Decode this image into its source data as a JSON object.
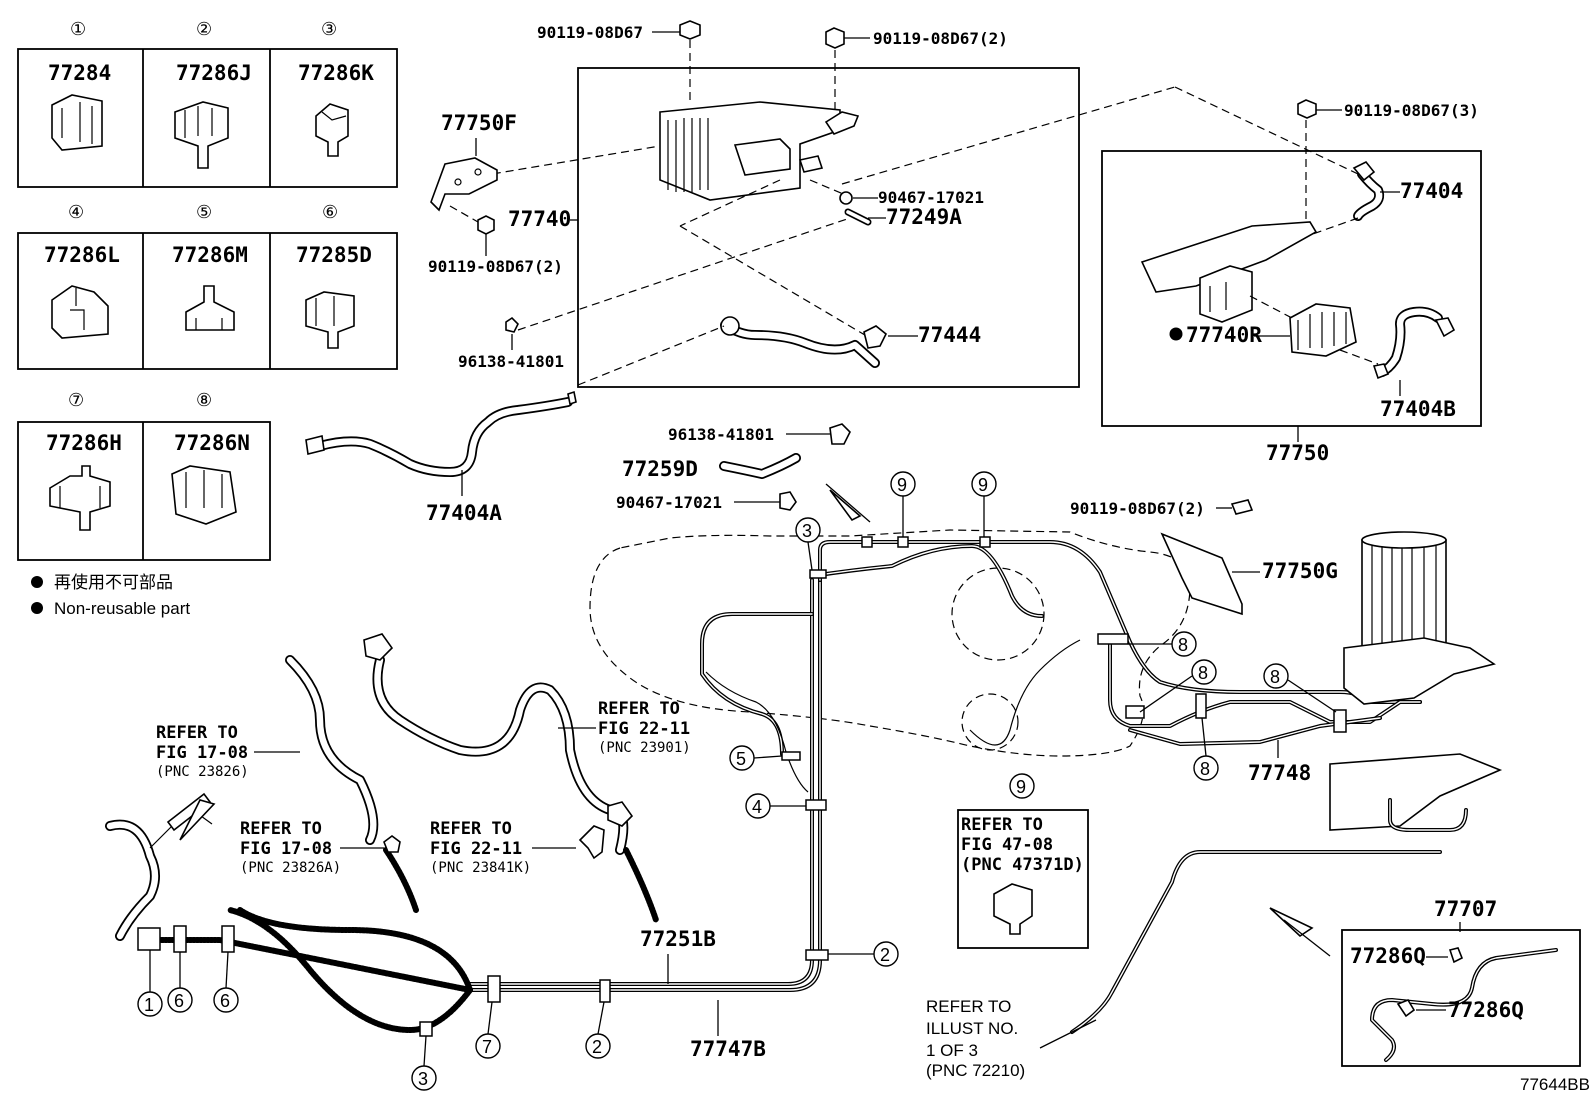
{
  "diagram_code": "77644BB",
  "legend": {
    "jp": "再使用不可部品",
    "en": "Non-reusable part"
  },
  "clip_table": [
    {
      "num": "①",
      "part": "77284"
    },
    {
      "num": "②",
      "part": "77286J"
    },
    {
      "num": "③",
      "part": "77286K"
    },
    {
      "num": "④",
      "part": "77286L"
    },
    {
      "num": "⑤",
      "part": "77286M"
    },
    {
      "num": "⑥",
      "part": "77285D"
    },
    {
      "num": "⑦",
      "part": "77286H"
    },
    {
      "num": "⑧",
      "part": "77286N"
    }
  ],
  "canister": {
    "bolt_top_left": "90119-08D67",
    "bolt_top_right": "90119-08D67(2)",
    "bracket": "77750F",
    "bracket_bolt": "90119-08D67(2)",
    "canister": "77740",
    "clip_a": "90467-17021",
    "hose_a": "77249A",
    "hose_b": "77444",
    "clamp": "96138-41801"
  },
  "pump_module": {
    "bolt": "90119-08D67(3)",
    "hose_top": "77404",
    "pump": "77740R",
    "hose_bottom": "77404B",
    "assembly": "77750"
  },
  "hose_77404a": "77404A",
  "middle": {
    "clamp": "96138-41801",
    "hose": "77259D",
    "clip": "90467-17021"
  },
  "right_side": {
    "bolt": "90119-08D67(2)",
    "protector": "77750G",
    "tube": "77748"
  },
  "refs": {
    "fig17_08": {
      "line1": "REFER TO",
      "line2": "FIG 17-08",
      "line3": "(PNC 23826)"
    },
    "fig22_11": {
      "line1": "REFER TO",
      "line2": "FIG 22-11",
      "line3": "(PNC 23901)"
    },
    "fig17_08a": {
      "line1": "REFER TO",
      "line2": "FIG 17-08",
      "line3": "(PNC 23826A)"
    },
    "fig22_11k": {
      "line1": "REFER TO",
      "line2": "FIG 22-11",
      "line3": "(PNC 23841K)"
    },
    "fig47_08": {
      "line1": "REFER TO",
      "line2": "FIG 47-08",
      "line3": "(PNC 47371D)"
    },
    "illust": {
      "line1": "REFER TO",
      "line2": "ILLUST NO.",
      "line3": "1 OF 3",
      "line4": "(PNC 72210)"
    }
  },
  "bottom_parts": {
    "tube_251": "77251B",
    "tube_747": "77747B"
  },
  "sub_77707": {
    "assembly": "77707",
    "clip_1": "77286Q",
    "clip_2": "77286Q"
  },
  "callouts": {
    "c1": "1",
    "c2": "2",
    "c3": "3",
    "c4": "4",
    "c5": "5",
    "c6": "6",
    "c7": "7",
    "c8": "8",
    "c9": "9"
  }
}
